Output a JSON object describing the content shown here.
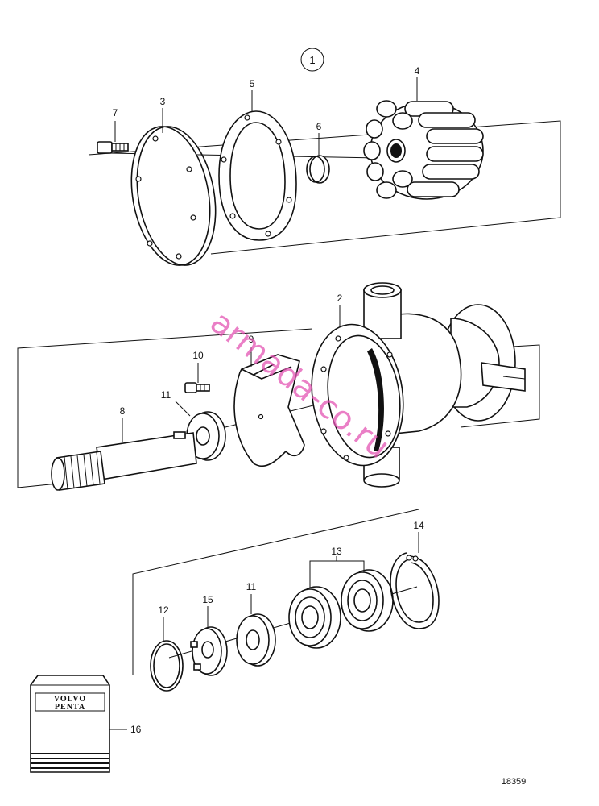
{
  "group_number": "1",
  "callouts": {
    "c2": "2",
    "c3": "3",
    "c4": "4",
    "c5": "5",
    "c6": "6",
    "c7": "7",
    "c8": "8",
    "c9": "9",
    "c10": "10",
    "c11a": "11",
    "c11b": "11",
    "c12": "12",
    "c13": "13",
    "c14": "14",
    "c15": "15",
    "c16": "16"
  },
  "manual": {
    "brand_line1": "VOLVO",
    "brand_line2": "PENTA"
  },
  "drawing_number": "18359",
  "watermark": "armada-co.ru",
  "colors": {
    "ink": "#111111",
    "watermark": "#e455b4"
  }
}
